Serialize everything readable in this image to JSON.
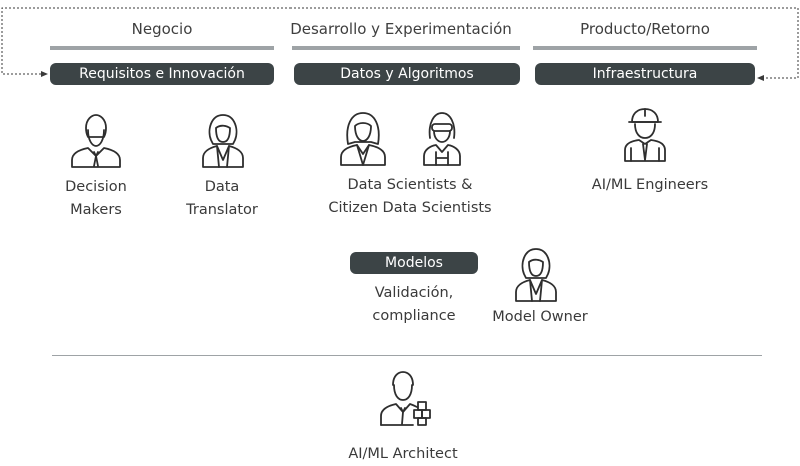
{
  "columns": [
    {
      "title": "Negocio",
      "pill": "Requisitos e Innovación"
    },
    {
      "title": "Desarrollo y Experimentación",
      "pill": "Datos y Algoritmos"
    },
    {
      "title": "Producto/Retorno",
      "pill": "Infraestructura"
    }
  ],
  "roles": {
    "decision_makers": [
      "Decision",
      "Makers"
    ],
    "data_translator": [
      "Data",
      "Translator"
    ],
    "data_scientists": [
      "Data Scientists &",
      "Citizen Data Scientists"
    ],
    "engineers": "AI/ML Engineers",
    "model_owner": "Model Owner",
    "architect": "AI/ML Architect"
  },
  "models": {
    "pill": "Modelos",
    "desc": [
      "Validación,",
      "compliance"
    ]
  },
  "icons": {
    "decision_makers": "businessman-icon",
    "data_translator": "businesswoman-icon",
    "data_scientist_a": "woman-scientist-icon",
    "data_scientist_b": "goggles-scientist-icon",
    "engineers": "engineer-hardhat-icon",
    "model_owner": "businesswoman-icon",
    "architect": "architect-blocks-icon"
  },
  "colors": {
    "pill_bg": "#3c4446",
    "rule": "#9ea3a6",
    "text": "#3a3a3a"
  }
}
